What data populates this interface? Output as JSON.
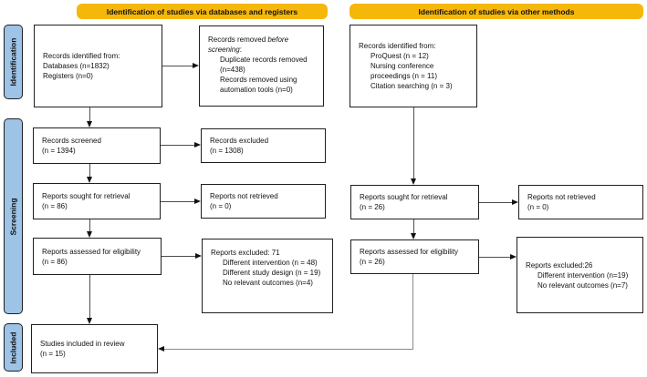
{
  "colors": {
    "header_bg": "#F5B70A",
    "sidebar_bg": "#9DC3E6",
    "line": "#4d4d4d",
    "elbow_line": "#8a8a8a"
  },
  "headers": {
    "databases": "Identification of studies via databases and registers",
    "other": "Identification of studies via other methods"
  },
  "sidebar": {
    "identification": "Identification",
    "screening": "Screening",
    "included": "Included"
  },
  "flow": {
    "a1": {
      "lines": [
        "Records identified from:",
        "Databases (n=1832)",
        "Registers (n=0)"
      ]
    },
    "a2": {
      "pre": "Records removed ",
      "italic": "before screening",
      "post": ":",
      "items": [
        "Duplicate records removed (n=438)",
        "Records removed using automation tools (n=0)"
      ]
    },
    "r1": {
      "title": "Records identified from:",
      "items": [
        "ProQuest (n = 12)",
        "Nursing conference proceedings (n = 11)",
        "Citation searching (n = 3)"
      ]
    },
    "b1": {
      "lines": [
        "Records screened",
        "(n = 1394)"
      ]
    },
    "b2": {
      "lines": [
        "Records excluded",
        "(n = 1308)"
      ]
    },
    "c1": {
      "lines": [
        "Reports sought for retrieval",
        "(n = 86)"
      ]
    },
    "c2": {
      "lines": [
        "Reports not retrieved",
        "(n = 0)"
      ]
    },
    "d1": {
      "lines": [
        "Reports assessed for eligibility",
        "(n = 86)"
      ]
    },
    "d2": {
      "title": "Reports excluded: 71",
      "items": [
        "Different intervention (n = 48)",
        "Different study design (n = 19)",
        "No relevant outcomes (n=4)"
      ]
    },
    "e1": {
      "lines": [
        "Studies included in review",
        "(n = 15)"
      ]
    },
    "r2": {
      "lines": [
        "Reports sought for retrieval",
        "(n = 26)"
      ]
    },
    "r3": {
      "lines": [
        "Reports not retrieved",
        "(n = 0)"
      ]
    },
    "r4": {
      "lines": [
        "Reports assessed for eligibility",
        "(n = 26)"
      ]
    },
    "r5": {
      "title": "Reports excluded:26",
      "items": [
        "Different intervention (n=19)",
        "No relevant outcomes (n=7)"
      ]
    }
  }
}
